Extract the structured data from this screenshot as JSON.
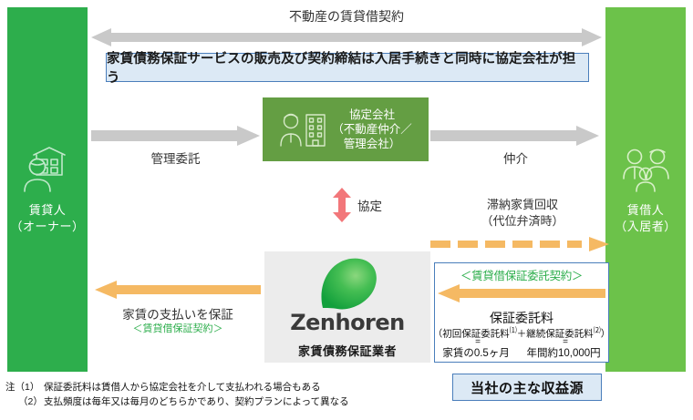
{
  "diagram": {
    "pillars": {
      "owner": {
        "line1": "賃貸人",
        "line2": "（オーナー）",
        "icon": "owner-house-person-icon",
        "color": "#2DAE4C"
      },
      "tenant": {
        "line1": "賃借人",
        "line2": "（入居者）",
        "icon": "tenant-family-icon",
        "color": "#6CC24A"
      }
    },
    "top": {
      "contract_label": "不動産の賃貸借契約",
      "arrow": "double-headed-gray-arrow",
      "banner": "家賃債務保証サービスの販売及び契約締結は入居手続きと同時に協定会社が担う",
      "banner_fill": "#DCE9F5",
      "banner_border": "#4A7EBB"
    },
    "partner": {
      "title": "協定会社",
      "sub1": "（不動産仲介／",
      "sub2": "管理会社）",
      "icon": "agent-building-icon",
      "color": "#649E43"
    },
    "flows": {
      "management": {
        "label": "管理委託",
        "arrow": "gray-arrow-right"
      },
      "brokerage": {
        "label": "仲介",
        "arrow": "gray-arrow-right"
      },
      "agreement": {
        "label": "協定",
        "arrow": "red-double-vertical-arrow",
        "color": "#F2777A"
      },
      "arrears": {
        "line1": "滞納家賃回収",
        "line2": "（代位弁済時）",
        "arrow": "orange-dashed-arrow-right",
        "color": "#F5B963"
      },
      "guarantee": {
        "label": "家賃の支払いを保証",
        "sub": "＜賃貸借保証契約＞",
        "arrow": "orange-arrow-left",
        "color": "#F5B963",
        "sub_color": "#2DAE4C"
      }
    },
    "zenhoren": {
      "wordmark": "Zenhoren",
      "subtitle": "家賃債務保証業者",
      "logo": "zenhoren-leaf-logo",
      "panel_color": "#ECECEC"
    },
    "fee_box": {
      "title": "＜賃貸借保証委託契約＞",
      "arrow": "orange-arrow-left",
      "main_label": "保証委託料",
      "formula_prefix": "（初回保証委託料",
      "formula_note1": "⑴",
      "formula_plus": "＋継続保証委託料",
      "formula_note2": "⑵",
      "formula_suffix": "）",
      "eq1": "=",
      "eq2": "=",
      "value1": "家賃の0.5ヶ月",
      "value2": "年間約10,000円",
      "border": "#4A7EBB"
    },
    "revenue_box": {
      "label": "当社の主な収益源",
      "fill": "#DCE9F5",
      "border": "#4A7EBB"
    },
    "notes": {
      "prefix": "注",
      "n1_mark": "（1）",
      "n1_text": "保証委託料は賃借人から協定会社を介して支払われる場合もある",
      "n2_mark": "（2）",
      "n2_text": "支払頻度は毎年又は毎月のどちらかであり、契約プランによって異なる"
    }
  }
}
